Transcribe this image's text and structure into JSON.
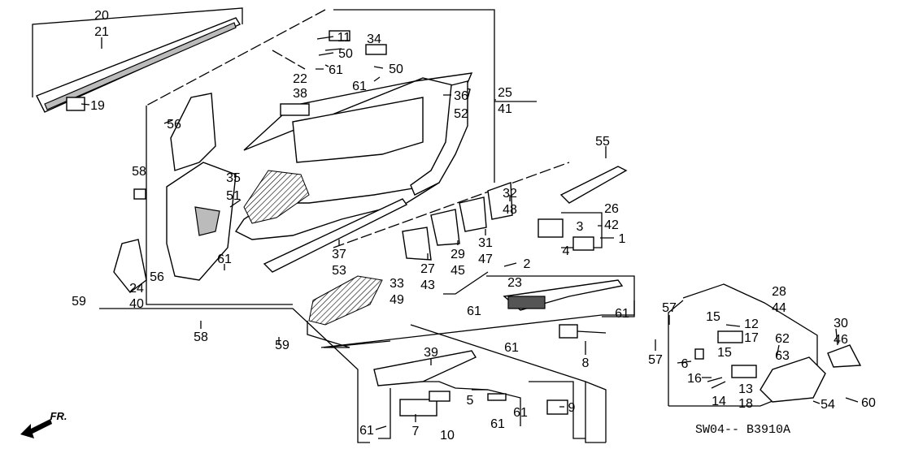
{
  "diagram": {
    "callouts": [
      "20",
      "21",
      "19",
      "11",
      "50",
      "61",
      "22",
      "38",
      "34",
      "50",
      "61",
      "36",
      "52",
      "25",
      "41",
      "56",
      "58",
      "35",
      "51",
      "55",
      "26",
      "42",
      "32",
      "48",
      "3",
      "4",
      "1",
      "37",
      "53",
      "27",
      "43",
      "29",
      "45",
      "31",
      "47",
      "2",
      "61",
      "56",
      "24",
      "40",
      "59",
      "33",
      "49",
      "23",
      "61",
      "61",
      "58",
      "59",
      "61",
      "8",
      "39",
      "5",
      "61",
      "61",
      "9",
      "61",
      "7",
      "10",
      "28",
      "44",
      "57",
      "57",
      "15",
      "12",
      "17",
      "15",
      "6",
      "62",
      "63",
      "16",
      "30",
      "46",
      "14",
      "13",
      "18",
      "54",
      "60"
    ],
    "diagram_code": "SW04-- B3910A",
    "front_arrow_label": "FR."
  }
}
